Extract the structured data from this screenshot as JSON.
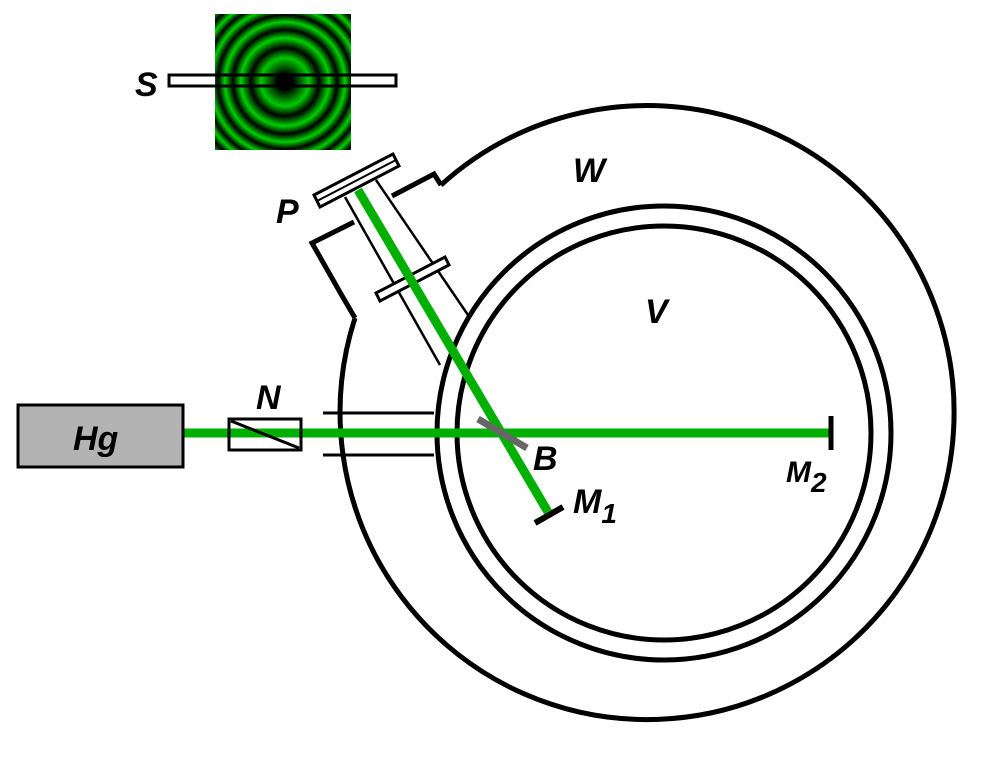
{
  "diagram": {
    "title": "Michelson interferometer in vacuum chamber with mercury lamp source",
    "labels": {
      "source": "Hg",
      "filter": "N",
      "screen": "S",
      "window": "P",
      "outer_chamber": "W",
      "inner_chamber": "V",
      "beamsplitter": "B",
      "mirror1": "M",
      "mirror1_sub": "1",
      "mirror2": "M",
      "mirror2_sub": "2"
    },
    "colors": {
      "beam": "#00b000",
      "lamp_fill": "#b3b3b3",
      "beamsplitter": "#666666",
      "outline": "#000000",
      "fringe_bright": "#00d000",
      "fringe_dark": "#000000"
    },
    "components": [
      {
        "id": "Hg",
        "description": "mercury lamp source"
      },
      {
        "id": "N",
        "description": "filter / polarizer"
      },
      {
        "id": "B",
        "description": "beam splitter"
      },
      {
        "id": "M1",
        "description": "mirror 1"
      },
      {
        "id": "M2",
        "description": "mirror 2"
      },
      {
        "id": "P",
        "description": "output window / port"
      },
      {
        "id": "S",
        "description": "screen with interference fringe pattern"
      },
      {
        "id": "W",
        "description": "outer chamber"
      },
      {
        "id": "V",
        "description": "inner vacuum chamber"
      }
    ]
  }
}
